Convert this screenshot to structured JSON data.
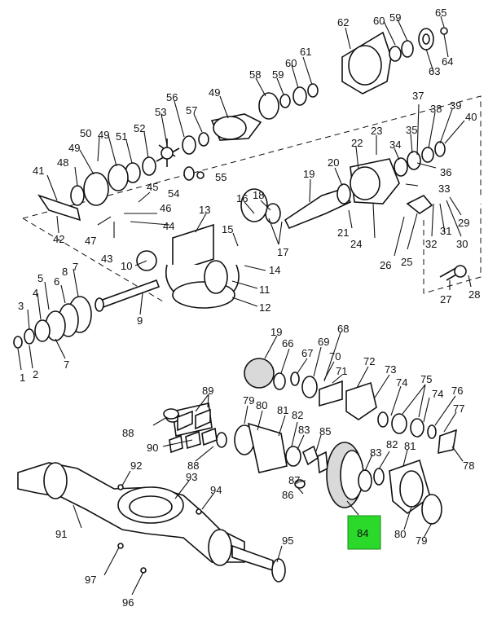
{
  "diagram": {
    "callouts": [
      "1",
      "2",
      "3",
      "4",
      "5",
      "6",
      "7",
      "7",
      "8",
      "9",
      "10",
      "11",
      "12",
      "13",
      "14",
      "15",
      "16",
      "17",
      "18",
      "19",
      "19",
      "20",
      "21",
      "22",
      "23",
      "24",
      "25",
      "26",
      "27",
      "28",
      "29",
      "30",
      "31",
      "32",
      "33",
      "34",
      "35",
      "36",
      "37",
      "38",
      "39",
      "40",
      "41",
      "42",
      "43",
      "44",
      "45",
      "46",
      "47",
      "48",
      "49",
      "49",
      "49",
      "50",
      "51",
      "52",
      "53",
      "54",
      "55",
      "56",
      "57",
      "58",
      "59",
      "59",
      "60",
      "60",
      "61",
      "62",
      "63",
      "64",
      "65",
      "66",
      "67",
      "68",
      "69",
      "70",
      "71",
      "72",
      "73",
      "74",
      "74",
      "75",
      "76",
      "77",
      "78",
      "79",
      "79",
      "80",
      "80",
      "81",
      "81",
      "82",
      "82",
      "83",
      "83",
      "85",
      "86",
      "87",
      "88",
      "88",
      "89",
      "90",
      "91",
      "92",
      "93",
      "94",
      "95",
      "96",
      "97"
    ],
    "highlighted_callout": "84",
    "highlight_color": "#2bd92b"
  }
}
